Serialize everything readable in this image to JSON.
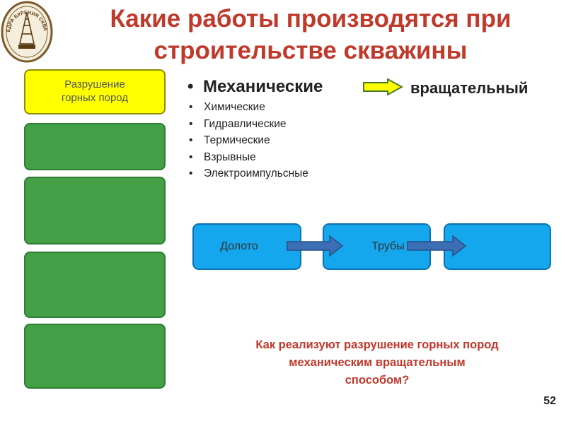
{
  "slide": {
    "title_line1": "Какие работы производятся при",
    "title_line2": "строительстве скважины",
    "logo_text": "КАФЕДРА БУРЕНИЯ СКВАЖИН",
    "page_number": "52"
  },
  "left_stack": {
    "rock_destruction_line1": "Разрушение",
    "rock_destruction_line2": "горных пород"
  },
  "methods": {
    "main": "Механические",
    "others": [
      "Химические",
      "Гидравлические",
      "Термические",
      "Взрывные",
      "Электроимпульсные"
    ],
    "result": "вращательный"
  },
  "chain": {
    "bit": "Долото",
    "pipes": "Трубы"
  },
  "question": {
    "line1": "Как реализуют разрушение горных пород",
    "line2": "механическим вращательным",
    "line3": "способом?"
  },
  "colors": {
    "title": "#c0392b",
    "yellow_box": "#ffff00",
    "green_box": "#43a047",
    "blue_box": "#15a7ee",
    "arrow_blue": "#3a6fb5",
    "arrow_yellow": "#ffff00"
  }
}
